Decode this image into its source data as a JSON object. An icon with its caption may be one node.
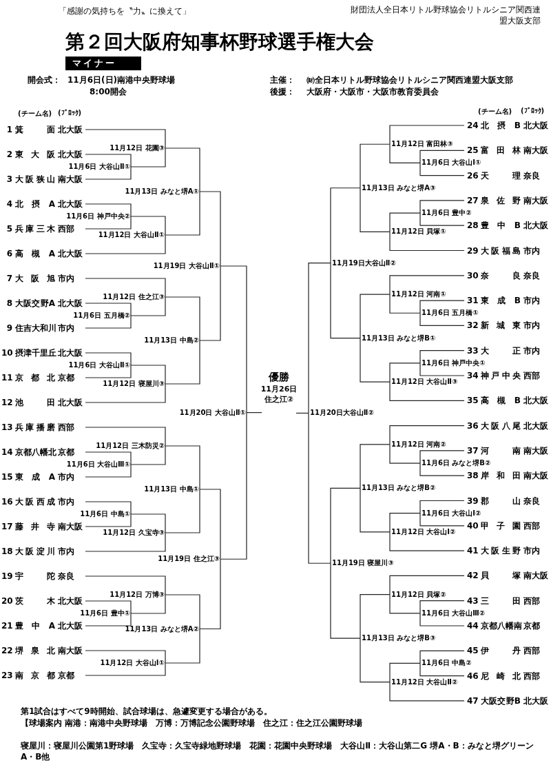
{
  "diagram": {
    "title": "第２回大阪府知事杯野球選手権大会",
    "nodes": [
      {
        "text": [
          "1",
          "箕面",
          "北大阪"
        ]
      },
      {
        "text": [
          "2",
          "東大阪",
          "北大阪"
        ]
      },
      {
        "text": [
          "3",
          "大阪狭山",
          "南大阪"
        ]
      },
      {
        "text": [
          "4",
          "北摂A",
          "北大阪"
        ]
      },
      {
        "text": [
          "5",
          "兵庫三木",
          "西部"
        ]
      },
      {
        "text": [
          "6",
          "高槻A",
          "北大阪"
        ]
      },
      {
        "text": [
          "7",
          "大阪旭",
          "市内"
        ]
      },
      {
        "text": [
          "8",
          "大阪交野A",
          "北大阪"
        ]
      },
      {
        "text": [
          "9",
          "住吉大和川",
          "市内"
        ]
      },
      {
        "text": [
          "10",
          "摂津千里丘",
          "北大阪"
        ]
      },
      {
        "text": [
          "11",
          "京都北",
          "京都"
        ]
      },
      {
        "text": [
          "12",
          "池田",
          "北大阪"
        ]
      },
      {
        "text": [
          "13",
          "兵庫播磨",
          "西部"
        ]
      },
      {
        "text": [
          "14",
          "京都八幡北",
          "京都"
        ]
      },
      {
        "text": [
          "15",
          "東成A",
          "市内"
        ]
      },
      {
        "text": [
          "16",
          "大阪西成",
          "市内"
        ]
      },
      {
        "text": [
          "17",
          "藤井寺",
          "南大阪"
        ]
      },
      {
        "text": [
          "18",
          "大阪淀川",
          "市内"
        ]
      },
      {
        "text": [
          "19",
          "宇陀",
          "奈良"
        ]
      },
      {
        "text": [
          "20",
          "茨木",
          "北大阪"
        ]
      },
      {
        "text": [
          "21",
          "豊中A",
          "北大阪"
        ]
      },
      {
        "text": [
          "22",
          "堺泉北",
          "南大阪"
        ]
      },
      {
        "text": [
          "23",
          "南京都",
          "京都"
        ]
      },
      {
        "text": [
          "24",
          "北摂B",
          "北大阪"
        ]
      },
      {
        "text": [
          "25",
          "富田林",
          "南大阪"
        ]
      },
      {
        "text": [
          "26",
          "天理",
          "奈良"
        ]
      },
      {
        "text": [
          "27",
          "泉佐野",
          "南大阪"
        ]
      },
      {
        "text": [
          "28",
          "豊中B",
          "北大阪"
        ]
      },
      {
        "text": [
          "29",
          "大阪福島",
          "市内"
        ]
      },
      {
        "text": [
          "30",
          "奈良",
          "奈良"
        ]
      },
      {
        "text": [
          "31",
          "東成B",
          "市内"
        ]
      },
      {
        "text": [
          "32",
          "新城東",
          "市内"
        ]
      },
      {
        "text": [
          "33",
          "大正",
          "市内"
        ]
      },
      {
        "text": [
          "34",
          "神戸中央",
          "西部"
        ]
      },
      {
        "text": [
          "35",
          "高槻B",
          "北大阪"
        ]
      },
      {
        "text": [
          "36",
          "大阪八尾",
          "北大阪"
        ]
      },
      {
        "text": [
          "37",
          "河南",
          "南大阪"
        ]
      },
      {
        "text": [
          "38",
          "岸和田",
          "南大阪"
        ]
      },
      {
        "text": [
          "39",
          "郡山",
          "奈良"
        ]
      },
      {
        "text": [
          "40",
          "甲子園",
          "西部"
        ]
      },
      {
        "text": [
          "41",
          "大阪生野",
          "市内"
        ]
      },
      {
        "text": [
          "42",
          "貝塚",
          "南大阪"
        ]
      },
      {
        "text": [
          "43",
          "三田",
          "西部"
        ]
      },
      {
        "text": [
          "44",
          "京都八幡南",
          "京都"
        ]
      },
      {
        "text": [
          "45",
          "伊丹",
          "西部"
        ]
      },
      {
        "text": [
          "46",
          "尼崎北",
          "西部"
        ]
      },
      {
        "text": [
          "47",
          "大阪交野B",
          "北大阪"
        ]
      },
      {
        "text": [
          "11月6日 大谷山Ⅱ①"
        ]
      },
      {
        "text": [
          "11月12日 花園③"
        ]
      },
      {
        "text": [
          "11月6日 神戸中央②"
        ]
      },
      {
        "text": [
          "11月12日 大谷山Ⅱ①"
        ]
      },
      {
        "text": [
          "11月13日 みなと堺A①"
        ]
      },
      {
        "text": [
          "11月6日 五月橋②"
        ]
      },
      {
        "text": [
          "11月12日 住之江③"
        ]
      },
      {
        "text": [
          "11月6日 大谷山Ⅱ①"
        ]
      },
      {
        "text": [
          "11月12日 寝屋川③"
        ]
      },
      {
        "text": [
          "11月13日 中島②"
        ]
      },
      {
        "text": [
          "11月19日 大谷山Ⅱ①"
        ]
      },
      {
        "text": [
          "11月6日 大谷山Ⅲ①"
        ]
      },
      {
        "text": [
          "11月12日 三木防災②"
        ]
      },
      {
        "text": [
          "11月6日 中島①"
        ]
      },
      {
        "text": [
          "11月12日 久宝寺③"
        ]
      },
      {
        "text": [
          "11月13日 中島①"
        ]
      },
      {
        "text": [
          "11月6日 豊中①"
        ]
      },
      {
        "text": [
          "11月12日 万博③"
        ]
      },
      {
        "text": [
          "11月12日 大谷山Ⅰ①"
        ]
      },
      {
        "text": [
          "11月13日 みなと堺A②"
        ]
      },
      {
        "text": [
          "11月19日 住之江③"
        ]
      },
      {
        "text": [
          "11月20日 大谷山Ⅱ①"
        ]
      },
      {
        "text": [
          "優勝",
          "11月26日",
          "住之江②"
        ]
      },
      {
        "text": [
          "11月6日 大谷山Ⅰ①"
        ]
      },
      {
        "text": [
          "11月12日 富田林③"
        ]
      },
      {
        "text": [
          "11月6日 豊中②"
        ]
      },
      {
        "text": [
          "11月12日 貝塚①"
        ]
      },
      {
        "text": [
          "11月13日 みなと堺A③"
        ]
      },
      {
        "text": [
          "11月6日 五月橋①"
        ]
      },
      {
        "text": [
          "11月12日 河南①"
        ]
      },
      {
        "text": [
          "11月6日 神戸中央①"
        ]
      },
      {
        "text": [
          "11月12日 大谷山Ⅱ③"
        ]
      },
      {
        "text": [
          "11月13日 みなと堺B①"
        ]
      },
      {
        "text": [
          "11月19日大谷山Ⅱ②"
        ]
      },
      {
        "text": [
          "11月6日 みなと堺B②"
        ]
      },
      {
        "text": [
          "11月12日 河南②"
        ]
      },
      {
        "text": [
          "11月6日 大谷山Ⅰ②"
        ]
      },
      {
        "text": [
          "11月12日 大谷山Ⅰ②"
        ]
      },
      {
        "text": [
          "11月13日 みなと堺B②"
        ]
      },
      {
        "text": [
          "11月6日 大谷山Ⅲ②"
        ]
      },
      {
        "text": [
          "11月12日 貝塚②"
        ]
      },
      {
        "text": [
          "11月6日 中島②"
        ]
      },
      {
        "text": [
          "11月12日 大谷山Ⅱ②"
        ]
      },
      {
        "text": [
          "11月13日 みなと堺B③"
        ]
      },
      {
        "text": [
          "11月19日 寝屋川③"
        ]
      },
      {
        "text": [
          "11月20日大谷山Ⅱ②"
        ]
      }
    ],
    "edges": [
      {
        "from": 1,
        "to": 47,
        "arrow": "none"
      },
      {
        "from": 2,
        "to": 47,
        "arrow": "none"
      },
      {
        "from": 0,
        "to": 48,
        "arrow": "none"
      },
      {
        "from": 47,
        "to": 48,
        "arrow": "none"
      },
      {
        "from": 3,
        "to": 49,
        "arrow": "none"
      },
      {
        "from": 4,
        "to": 49,
        "arrow": "none"
      },
      {
        "from": 49,
        "to": 50,
        "arrow": "none"
      },
      {
        "from": 5,
        "to": 50,
        "arrow": "none"
      },
      {
        "from": 48,
        "to": 51,
        "arrow": "none"
      },
      {
        "from": 50,
        "to": 51,
        "arrow": "none"
      },
      {
        "from": 7,
        "to": 52,
        "arrow": "none"
      },
      {
        "from": 8,
        "to": 52,
        "arrow": "none"
      },
      {
        "from": 6,
        "to": 53,
        "arrow": "none"
      },
      {
        "from": 52,
        "to": 53,
        "arrow": "none"
      },
      {
        "from": 9,
        "to": 54,
        "arrow": "none"
      },
      {
        "from": 10,
        "to": 54,
        "arrow": "none"
      },
      {
        "from": 54,
        "to": 55,
        "arrow": "none"
      },
      {
        "from": 11,
        "to": 55,
        "arrow": "none"
      },
      {
        "from": 53,
        "to": 56,
        "arrow": "none"
      },
      {
        "from": 55,
        "to": 56,
        "arrow": "none"
      },
      {
        "from": 51,
        "to": 57,
        "arrow": "none"
      },
      {
        "from": 56,
        "to": 57,
        "arrow": "none"
      },
      {
        "from": 13,
        "to": 58,
        "arrow": "none"
      },
      {
        "from": 14,
        "to": 58,
        "arrow": "none"
      },
      {
        "from": 12,
        "to": 59,
        "arrow": "none"
      },
      {
        "from": 58,
        "to": 59,
        "arrow": "none"
      },
      {
        "from": 15,
        "to": 60,
        "arrow": "none"
      },
      {
        "from": 16,
        "to": 60,
        "arrow": "none"
      },
      {
        "from": 60,
        "to": 61,
        "arrow": "none"
      },
      {
        "from": 17,
        "to": 61,
        "arrow": "none"
      },
      {
        "from": 59,
        "to": 62,
        "arrow": "none"
      },
      {
        "from": 61,
        "to": 62,
        "arrow": "none"
      },
      {
        "from": 19,
        "to": 63,
        "arrow": "none"
      },
      {
        "from": 20,
        "to": 63,
        "arrow": "none"
      },
      {
        "from": 18,
        "to": 64,
        "arrow": "none"
      },
      {
        "from": 63,
        "to": 64,
        "arrow": "none"
      },
      {
        "from": 21,
        "to": 65,
        "arrow": "none"
      },
      {
        "from": 22,
        "to": 65,
        "arrow": "none"
      },
      {
        "from": 64,
        "to": 66,
        "arrow": "none"
      },
      {
        "from": 65,
        "to": 66,
        "arrow": "none"
      },
      {
        "from": 62,
        "to": 67,
        "arrow": "none"
      },
      {
        "from": 66,
        "to": 67,
        "arrow": "none"
      },
      {
        "from": 57,
        "to": 68,
        "arrow": "none"
      },
      {
        "from": 67,
        "to": 68,
        "arrow": "none"
      },
      {
        "from": 68,
        "to": 69,
        "arrow": "none"
      },
      {
        "from": 92,
        "to": 69,
        "arrow": "none"
      },
      {
        "from": 24,
        "to": 70,
        "arrow": "none"
      },
      {
        "from": 25,
        "to": 70,
        "arrow": "none"
      },
      {
        "from": 23,
        "to": 71,
        "arrow": "none"
      },
      {
        "from": 70,
        "to": 71,
        "arrow": "none"
      },
      {
        "from": 26,
        "to": 72,
        "arrow": "none"
      },
      {
        "from": 27,
        "to": 72,
        "arrow": "none"
      },
      {
        "from": 72,
        "to": 73,
        "arrow": "none"
      },
      {
        "from": 28,
        "to": 73,
        "arrow": "none"
      },
      {
        "from": 71,
        "to": 74,
        "arrow": "none"
      },
      {
        "from": 73,
        "to": 74,
        "arrow": "none"
      },
      {
        "from": 30,
        "to": 75,
        "arrow": "none"
      },
      {
        "from": 31,
        "to": 75,
        "arrow": "none"
      },
      {
        "from": 29,
        "to": 76,
        "arrow": "none"
      },
      {
        "from": 75,
        "to": 76,
        "arrow": "none"
      },
      {
        "from": 32,
        "to": 77,
        "arrow": "none"
      },
      {
        "from": 33,
        "to": 77,
        "arrow": "none"
      },
      {
        "from": 77,
        "to": 78,
        "arrow": "none"
      },
      {
        "from": 34,
        "to": 78,
        "arrow": "none"
      },
      {
        "from": 76,
        "to": 79,
        "arrow": "none"
      },
      {
        "from": 78,
        "to": 79,
        "arrow": "none"
      },
      {
        "from": 74,
        "to": 80,
        "arrow": "none"
      },
      {
        "from": 79,
        "to": 80,
        "arrow": "none"
      },
      {
        "from": 36,
        "to": 81,
        "arrow": "none"
      },
      {
        "from": 37,
        "to": 81,
        "arrow": "none"
      },
      {
        "from": 35,
        "to": 82,
        "arrow": "none"
      },
      {
        "from": 81,
        "to": 82,
        "arrow": "none"
      },
      {
        "from": 38,
        "to": 83,
        "arrow": "none"
      },
      {
        "from": 39,
        "to": 83,
        "arrow": "none"
      },
      {
        "from": 83,
        "to": 84,
        "arrow": "none"
      },
      {
        "from": 40,
        "to": 84,
        "arrow": "none"
      },
      {
        "from": 82,
        "to": 85,
        "arrow": "none"
      },
      {
        "from": 84,
        "to": 85,
        "arrow": "none"
      },
      {
        "from": 42,
        "to": 86,
        "arrow": "none"
      },
      {
        "from": 43,
        "to": 86,
        "arrow": "none"
      },
      {
        "from": 41,
        "to": 87,
        "arrow": "none"
      },
      {
        "from": 86,
        "to": 87,
        "arrow": "none"
      },
      {
        "from": 44,
        "to": 88,
        "arrow": "none"
      },
      {
        "from": 45,
        "to": 88,
        "arrow": "none"
      },
      {
        "from": 88,
        "to": 89,
        "arrow": "none"
      },
      {
        "from": 46,
        "to": 89,
        "arrow": "none"
      },
      {
        "from": 87,
        "to": 90,
        "arrow": "none"
      },
      {
        "from": 89,
        "to": 90,
        "arrow": "none"
      },
      {
        "from": 85,
        "to": 91,
        "arrow": "none"
      },
      {
        "from": 90,
        "to": 91,
        "arrow": "none"
      },
      {
        "from": 80,
        "to": 92,
        "arrow": "none"
      },
      {
        "from": 91,
        "to": 92,
        "arrow": "none"
      }
    ],
    "labels": [
      "「感謝の気持ちを〝力〟に換えて」",
      "財団法人全日本リトル野球協会リトルシニア関西連盟大阪支部",
      "マイナー",
      "開会式：",
      "11月6日(日)南港中央野球場",
      "8:00開会",
      "主催：",
      "㈶全日本リトル野球協会リトルシニア関西連盟大阪支部",
      "後援：",
      "大阪府・大阪市・大阪市教育委員会",
      "(チーム名)",
      "(ﾌﾞﾛｯｸ)",
      "(チーム名)",
      "(ﾌﾞﾛｯｸ)",
      "第1試合はすべて9時開始、試合球場は、急遽変更する場合がある。",
      "【球場案内 南港：南港中央野球場　万博：万博記念公園野球場　住之江：住之江公園野球場",
      "寝屋川：寝屋川公園第1野球場　久宝寺：久宝寺緑地野球場　花園：花園中央野球場　大谷山Ⅱ：大谷山第二G 堺A・B：みなと堺グリーンA・B他"
    ]
  }
}
